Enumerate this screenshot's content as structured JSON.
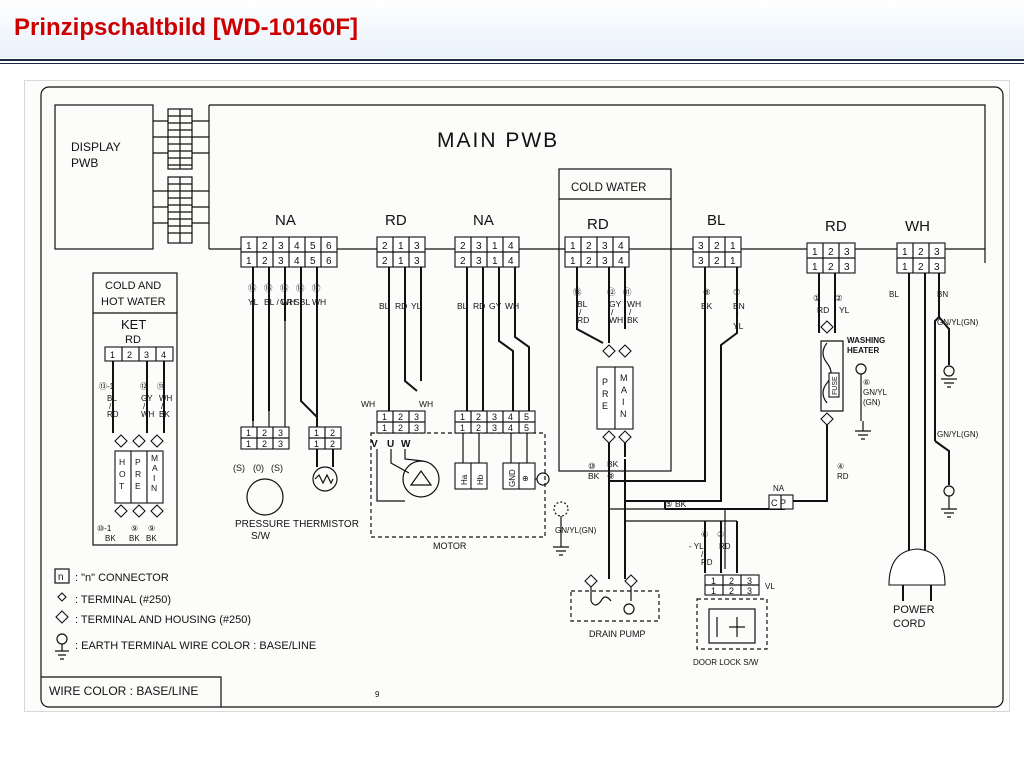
{
  "header": {
    "title": "Prinzipschaltbild [WD-10160F]"
  },
  "diagram": {
    "main_pwb": "MAIN PWB",
    "display_pwb": [
      "DISPLAY",
      "PWB"
    ],
    "cold_water": "COLD WATER",
    "connectors": {
      "na1": {
        "label": "NA",
        "pins": [
          "1",
          "2",
          "3",
          "4",
          "5",
          "6"
        ],
        "pins2": [
          "1",
          "2",
          "3",
          "4",
          "5",
          "6"
        ]
      },
      "rd1": {
        "label": "RD",
        "pins": [
          "2",
          "1",
          "3"
        ],
        "pins2": [
          "2",
          "1",
          "3"
        ]
      },
      "na2": {
        "label": "NA",
        "pins": [
          "2",
          "3",
          "1",
          "4"
        ],
        "pins2": [
          "2",
          "3",
          "1",
          "4"
        ]
      },
      "rd2": {
        "label": "RD",
        "pins": [
          "1",
          "2",
          "3",
          "4"
        ],
        "pins2": [
          "1",
          "2",
          "3",
          "4"
        ]
      },
      "bl": {
        "label": "BL",
        "pins": [
          "3",
          "2",
          "1"
        ],
        "pins2": [
          "3",
          "2",
          "1"
        ]
      },
      "rd3": {
        "label": "RD",
        "pins": [
          "1",
          "2",
          "3"
        ],
        "pins2": [
          "1",
          "2",
          "3"
        ]
      },
      "wh": {
        "label": "WH",
        "pins": [
          "1",
          "2",
          "3"
        ],
        "pins2": [
          "1",
          "2",
          "3"
        ]
      },
      "ket": {
        "pins": [
          "1",
          "2",
          "3",
          "4"
        ]
      },
      "pressure": {
        "pins": [
          "1",
          "2",
          "3"
        ],
        "pins2": [
          "1",
          "2",
          "3"
        ]
      },
      "thermistor": {
        "pins": [
          "1",
          "2"
        ],
        "pins2": [
          "1",
          "2"
        ]
      },
      "motor_top": {
        "pins": [
          "1",
          "2",
          "3"
        ],
        "pins2": [
          "1",
          "2",
          "3"
        ]
      },
      "motor_right": {
        "pins": [
          "1",
          "2",
          "3",
          "4",
          "5"
        ],
        "pins2": [
          "1",
          "2",
          "3",
          "4",
          "5"
        ]
      },
      "doorlock": {
        "pins": [
          "1",
          "2",
          "3"
        ],
        "pins2": [
          "1",
          "2",
          "3"
        ]
      }
    },
    "na1_wires": {
      "nums": [
        "⑮",
        "⑯",
        "⑮",
        "⑭",
        "⑰"
      ],
      "colors": [
        "YL",
        "BL\n/\nWH",
        "OR",
        "SBL",
        "WH"
      ]
    },
    "rd1_wires": [
      "BL",
      "RD",
      "YL"
    ],
    "na2_wires": [
      "BL",
      "RD",
      "GY",
      "WH"
    ],
    "rd2_wires": {
      "nums": [
        "⑬",
        "⑫",
        "⑪"
      ],
      "c1": [
        "BL",
        "/",
        "RD"
      ],
      "c2": [
        "GY",
        "/",
        "WH"
      ],
      "c3": [
        "WH",
        "/",
        "BK"
      ]
    },
    "bl_wires": {
      "nums": [
        "⑧",
        "⑦"
      ],
      "c1": [
        "BK"
      ],
      "c2": [
        "BN",
        "/",
        "YL"
      ]
    },
    "rd3_wires": {
      "nums": [
        "①",
        "②"
      ],
      "c1": "RD",
      "c2": "YL"
    },
    "wh_wires": [
      "BL",
      "BN"
    ],
    "cold_hot": [
      "COLD AND",
      "HOT WATER"
    ],
    "ket": [
      "KET",
      "RD"
    ],
    "ket_wires": {
      "nums": [
        "⑬-1",
        "⑫",
        "⑪"
      ],
      "c1": [
        "BL",
        "/",
        "RD"
      ],
      "c2": [
        "GY",
        "/",
        "WH"
      ],
      "c3": [
        "WH",
        "/",
        "BK"
      ]
    },
    "valve_hot": [
      "H",
      "O",
      "T"
    ],
    "valve_pre": [
      "P",
      "R",
      "E"
    ],
    "valve_main": [
      "M",
      "A",
      "I",
      "N"
    ],
    "ket_bottom": {
      "nums": [
        "⑩-1",
        "⑨",
        "⑨"
      ],
      "colors": [
        "BK",
        "BK",
        "BK"
      ]
    },
    "cw_bottom": {
      "nums": [
        "⑩",
        "⑨"
      ],
      "colors": [
        "BK",
        "BK"
      ]
    },
    "pressure": {
      "labels": [
        "(S)",
        "(0)",
        "(S)"
      ],
      "name": [
        "PRESSURE",
        "S/W"
      ]
    },
    "thermistor": "THERMISTOR",
    "motor": {
      "wh1": "WH",
      "wh2": "WH",
      "vuw": [
        "V",
        "U",
        "W"
      ],
      "right": [
        "Ha",
        "Hb",
        "GND",
        "⊕"
      ],
      "name": "MOTOR"
    },
    "gnd_motor": "GN/YL(GN)",
    "bk5": "⑤ BK",
    "na_cp": {
      "label": "NA",
      "cp": "C P"
    },
    "washing_heater": [
      "WASHING",
      "HEATER"
    ],
    "fuse": "FUSE",
    "heater_gn": [
      "⑥",
      "GN/YL",
      "(GN)"
    ],
    "rd4": [
      "④",
      "RD"
    ],
    "gn_yl_1": "GN/YL(GN)",
    "gn_yl_2": "GN/YL(GN)",
    "drain_pump": "DRAIN PUMP",
    "doorlock_wires": {
      "nums": [
        "⑥",
        "③"
      ],
      "c1": [
        "- YL",
        "/",
        "RD"
      ],
      "c2": [
        "RD"
      ]
    },
    "vl": "VL",
    "door_lock": "DOOR LOCK S/W",
    "power_cord": [
      "POWER",
      "CORD"
    ],
    "legend": {
      "n_box": "n",
      "connector": ": \"n\" CONNECTOR",
      "terminal": ": TERMINAL (#250)",
      "terminal_housing": ": TERMINAL AND HOUSING (#250)",
      "earth": ":  EARTH TERMINAL WIRE COLOR : BASE/LINE"
    },
    "wire_color_box": "WIRE COLOR : BASE/LINE",
    "page_mark": "9"
  }
}
